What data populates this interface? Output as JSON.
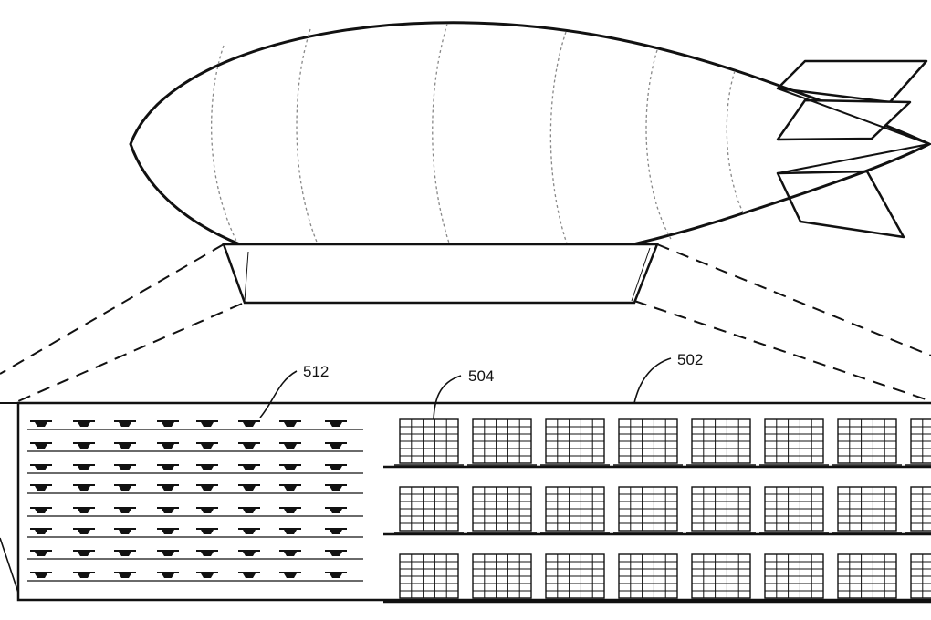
{
  "figure": {
    "labels": {
      "drone_rack": "512",
      "inventory_shelf": "504",
      "fulfillment_center": "502"
    },
    "colors": {
      "ink": "#111111",
      "background": "#ffffff",
      "seam": "#888888"
    },
    "counts": {
      "drone_rows": 8,
      "drone_columns": 8,
      "shelf_rows": 3,
      "shelf_columns": 8
    }
  }
}
